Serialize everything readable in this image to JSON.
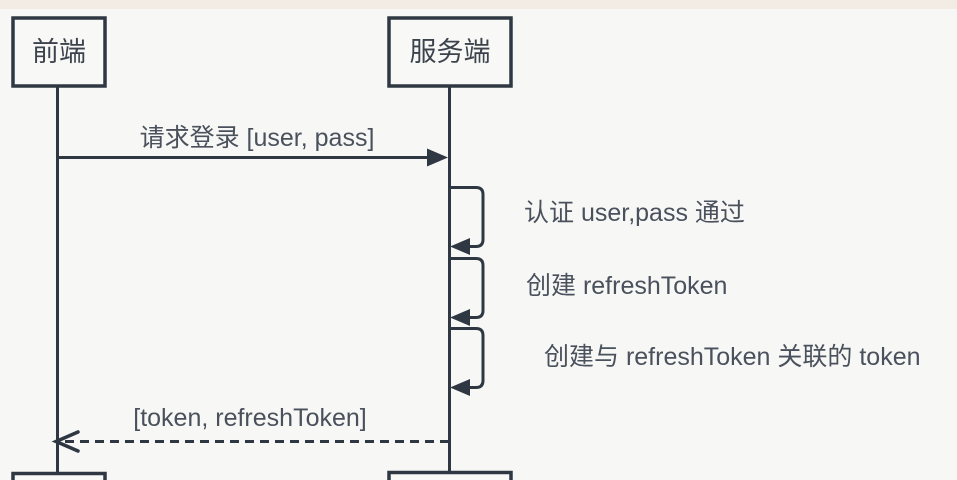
{
  "diagram": {
    "type": "sequence-diagram",
    "topic": "token / refreshToken login flow",
    "actors": [
      {
        "id": "frontend",
        "label": "前端"
      },
      {
        "id": "server",
        "label": "服务端"
      }
    ],
    "messages": [
      {
        "index": 1,
        "from": "frontend",
        "to": "server",
        "label": "请求登录 [user, pass]",
        "line": "solid",
        "arrow": "filled"
      },
      {
        "index": 2,
        "self": "server",
        "label": "认证 user,pass 通过",
        "line": "solid",
        "arrow": "filled"
      },
      {
        "index": 3,
        "self": "server",
        "label": "创建 refreshToken",
        "line": "solid",
        "arrow": "filled"
      },
      {
        "index": 4,
        "self": "server",
        "label": "创建与 refreshToken 关联的 token",
        "line": "solid",
        "arrow": "filled"
      },
      {
        "index": 5,
        "from": "server",
        "to": "frontend",
        "label": "[token, refreshToken]",
        "line": "dashed",
        "arrow": "open"
      }
    ],
    "colors": {
      "background": "#f7f8f6",
      "top_strip": "#f2ece4",
      "line": "#2f3842",
      "text": "#4a515c",
      "actor_text": "#3c434d"
    }
  }
}
